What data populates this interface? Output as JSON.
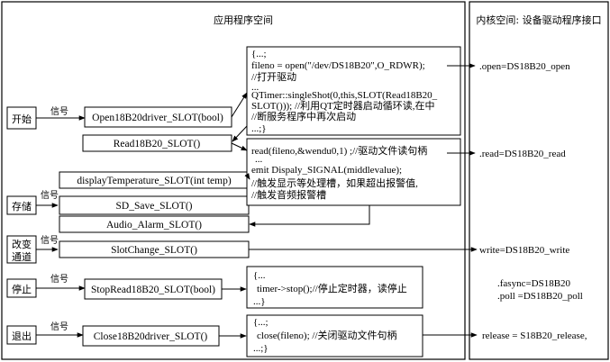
{
  "regions": {
    "user_space": "应用程序空间",
    "kernel_space": "内核空间: 设备驱动程序接口"
  },
  "buttons": {
    "start": "开始",
    "store": "存储",
    "change_line1": "改变",
    "change_line2": "通道",
    "stop": "停止",
    "exit": "退出"
  },
  "signal_label": "信号",
  "slots": {
    "open": "Open18B20driver_SLOT(bool)",
    "read": "Read18B20_SLOT()",
    "display": "displayTemperature_SLOT(int temp)",
    "sd_save": "SD_Save_SLOT()",
    "audio_alarm": "Audio_Alarm_SLOT()",
    "slot_change": "SlotChange_SLOT()",
    "stop_read": "StopRead18B20_SLOT(bool)",
    "close": "Close18B20driver_SLOT()"
  },
  "code_blocks": {
    "open_block": [
      "{...;",
      "fileno = open(\"/dev/DS18B20\",O_RDWR);",
      "//打开驱动",
      "...",
      "QTimer::singleShot(0,this,SLOT(Read18B20_",
      "SLOT())); //利用QT定时器启动循环读,在中",
      "//断服务程序中再次启动",
      "...;}"
    ],
    "read_block": [
      "read(fileno,&wendu0,1) ;//驱动文件读句柄",
      "...",
      "emit Dispaly_SIGNAL(middlevalue);",
      "//触发显示等处理槽，如果超出报警值,",
      "//触发音频报警槽"
    ],
    "stop_block": [
      "{...",
      "timer->stop();//停止定时器，读停止",
      "...}"
    ],
    "close_block": [
      "{...;",
      "close(fileno); //关闭驱动文件句柄",
      "...;}"
    ]
  },
  "kernel": {
    "open": ".open=DS18B20_open",
    "read": ".read=DS18B20_read",
    "write": "write=DS18B20_write",
    "fasync": ".fasync=DS18B20",
    "poll": ".poll =DS18B20_poll",
    "release": "release = S18B20_release,"
  }
}
